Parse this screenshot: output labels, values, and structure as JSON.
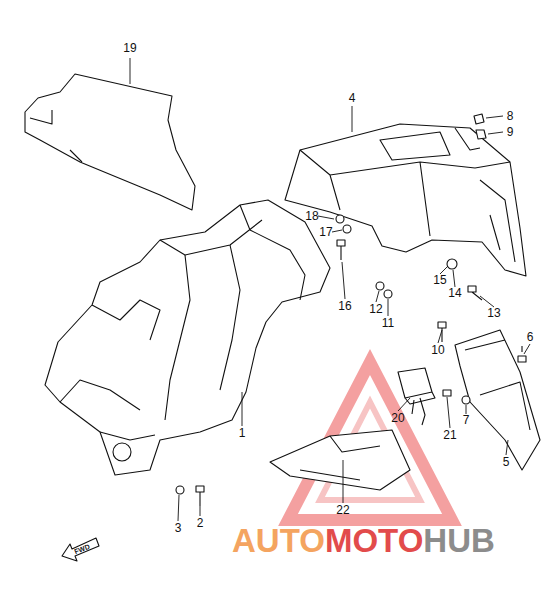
{
  "diagram": {
    "labels": [
      "19",
      "4",
      "8",
      "9",
      "18",
      "17",
      "15",
      "14",
      "16",
      "12",
      "13",
      "11",
      "10",
      "6",
      "1",
      "20",
      "21",
      "7",
      "5",
      "3",
      "2",
      "22",
      "FWD",
      "AUTO",
      "MOTO",
      "HUB"
    ]
  }
}
